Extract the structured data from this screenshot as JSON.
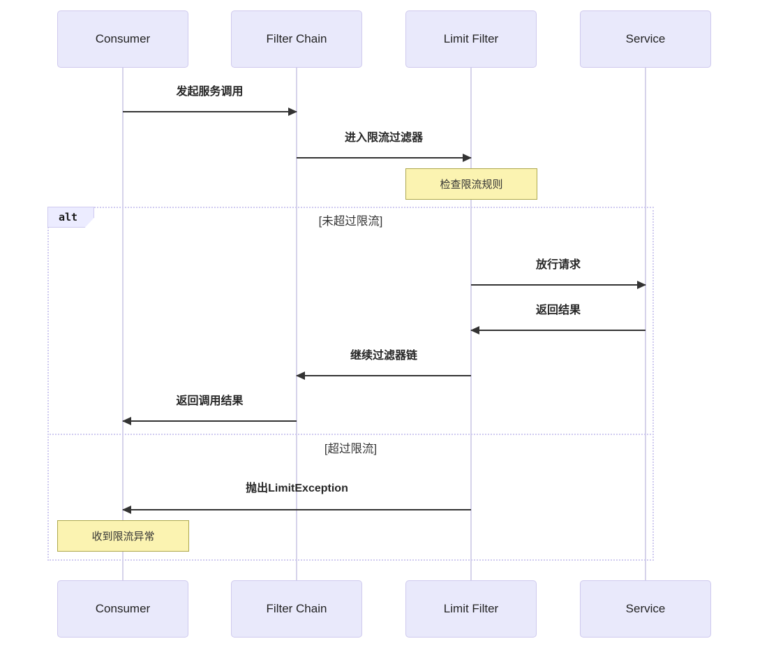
{
  "diagram": {
    "type": "sequence",
    "participants": [
      {
        "label": "Consumer"
      },
      {
        "label": "Filter Chain"
      },
      {
        "label": "Limit Filter"
      },
      {
        "label": "Service"
      }
    ],
    "messages": [
      {
        "from": "Consumer",
        "to": "Filter Chain",
        "label": "发起服务调用",
        "line": "solid",
        "direction": "right"
      },
      {
        "from": "Filter Chain",
        "to": "Limit Filter",
        "label": "进入限流过滤器",
        "line": "solid",
        "direction": "right"
      },
      {
        "from": "Limit Filter",
        "to": "Service",
        "label": "放行请求",
        "line": "solid",
        "direction": "right"
      },
      {
        "from": "Service",
        "to": "Limit Filter",
        "label": "返回结果",
        "line": "solid",
        "direction": "left"
      },
      {
        "from": "Limit Filter",
        "to": "Filter Chain",
        "label": "继续过滤器链",
        "line": "solid",
        "direction": "left"
      },
      {
        "from": "Filter Chain",
        "to": "Consumer",
        "label": "返回调用结果",
        "line": "solid",
        "direction": "left"
      },
      {
        "from": "Limit Filter",
        "to": "Consumer",
        "label": "抛出LimitException",
        "line": "solid",
        "direction": "left"
      }
    ],
    "notes": [
      {
        "over": "Limit Filter",
        "label": "检查限流规则"
      },
      {
        "over": "Consumer",
        "label": "收到限流异常"
      }
    ],
    "alt": {
      "label": "alt",
      "conditions": [
        "[未超过限流]",
        "[超过限流]"
      ]
    },
    "colors": {
      "participant_fill": "#E9E9FB",
      "participant_border": "#CFC9EE",
      "lifeline": "#D6D3EA",
      "arrow": "#333333",
      "note_fill": "#FBF3B1",
      "note_border": "#ADA84D",
      "frame_border": "#CFCAF0",
      "frame_tab_fill": "#ECECFF",
      "text": "#262626"
    }
  }
}
